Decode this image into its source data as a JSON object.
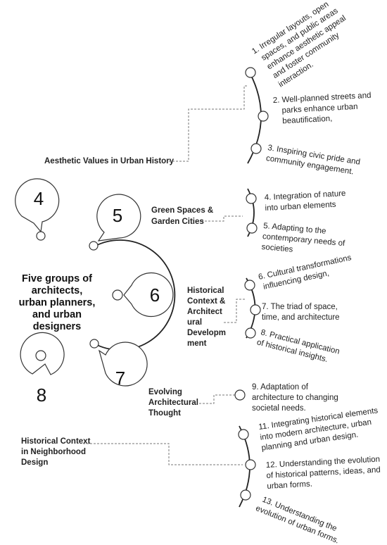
{
  "center": {
    "lines": [
      "Five groups of",
      "architects,",
      "urban planners,",
      "and urban",
      "designers"
    ]
  },
  "bubbles": [
    "4",
    "5",
    "6",
    "7",
    "8"
  ],
  "groups": [
    {
      "lines": [
        "Aesthetic Values in Urban History"
      ]
    },
    {
      "lines": [
        "Green Spaces &",
        "Garden Cities"
      ]
    },
    {
      "lines": [
        "Historical",
        "Context &",
        "Architect",
        "ural",
        "Developm",
        "ment"
      ]
    },
    {
      "lines": [
        "Evolving",
        "Architectural",
        "Thought"
      ]
    },
    {
      "lines": [
        "Historical Context",
        "in Neighborhood",
        "Design"
      ]
    }
  ],
  "items": [
    {
      "lines": [
        "1. Irregular layouts, open",
        "spaces, and public areas",
        "enhance aesthetic appeal",
        "and foster community",
        "interaction."
      ]
    },
    {
      "lines": [
        "2. Well-planned streets and",
        "parks enhance urban",
        "beautification,"
      ]
    },
    {
      "lines": [
        "3. Inspiring civic pride and",
        "community engagement."
      ]
    },
    {
      "lines": [
        "4. Integration of nature",
        "into urban elements"
      ]
    },
    {
      "lines": [
        "5. Adapting to the",
        "contemporary needs of",
        "societies"
      ]
    },
    {
      "lines": [
        "6. Cultural transformations",
        "influencing design,"
      ]
    },
    {
      "lines": [
        "7. The triad of space,",
        "time, and architecture"
      ]
    },
    {
      "lines": [
        "8. Practical application",
        "of historical insights."
      ]
    },
    {
      "lines": [
        "9. Adaptation of",
        "architecture to changing",
        "societal needs."
      ]
    },
    {
      "lines": [
        "11. Integrating historical elements",
        "into modern architecture, urban",
        "planning and urban design."
      ]
    },
    {
      "lines": [
        "12. Understanding the evolution",
        "of historical patterns, ideas, and",
        "urban forms."
      ]
    },
    {
      "lines": [
        "13. Understanding the",
        "evolution of urban forms."
      ]
    }
  ]
}
